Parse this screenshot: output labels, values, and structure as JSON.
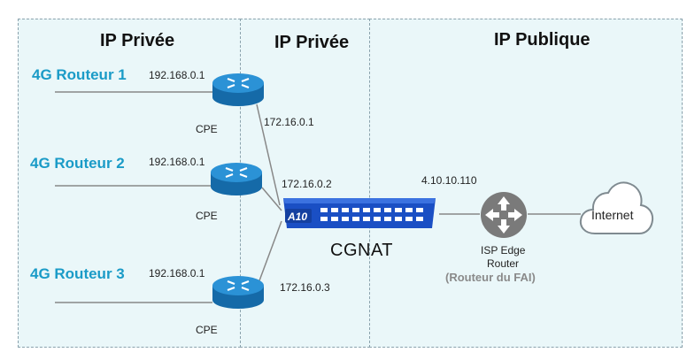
{
  "zones": [
    {
      "title": "IP Privée"
    },
    {
      "title": "IP Privée"
    },
    {
      "title": "IP Publique"
    }
  ],
  "routers": [
    {
      "name": "4G Routeur  1",
      "lan_ip": "192.168.0.1",
      "cpe_label": "CPE",
      "wan_ip": "172.16.0.1"
    },
    {
      "name": "4G Routeur  2",
      "lan_ip": "192.168.0.1",
      "cpe_label": "CPE",
      "wan_ip": "172.16.0.2"
    },
    {
      "name": "4G Routeur 3",
      "lan_ip": "192.168.0.1",
      "cpe_label": "CPE",
      "wan_ip": "172.16.0.3"
    }
  ],
  "cgnat": {
    "label": "CGNAT",
    "brand": "A10",
    "public_ip": "4.10.10.110"
  },
  "isp": {
    "line1": "ISP Edge",
    "line2": "Router",
    "fai": "(Routeur  du FAI)"
  },
  "internet": {
    "label": "Internet"
  },
  "colors": {
    "zone_bg": "#eaf7f9",
    "router_blue": "#1a9bc7",
    "cpe_blue": "#1f86c6",
    "cgnat_blue": "#1a4fc4",
    "isp_gray": "#7a7a7a"
  }
}
